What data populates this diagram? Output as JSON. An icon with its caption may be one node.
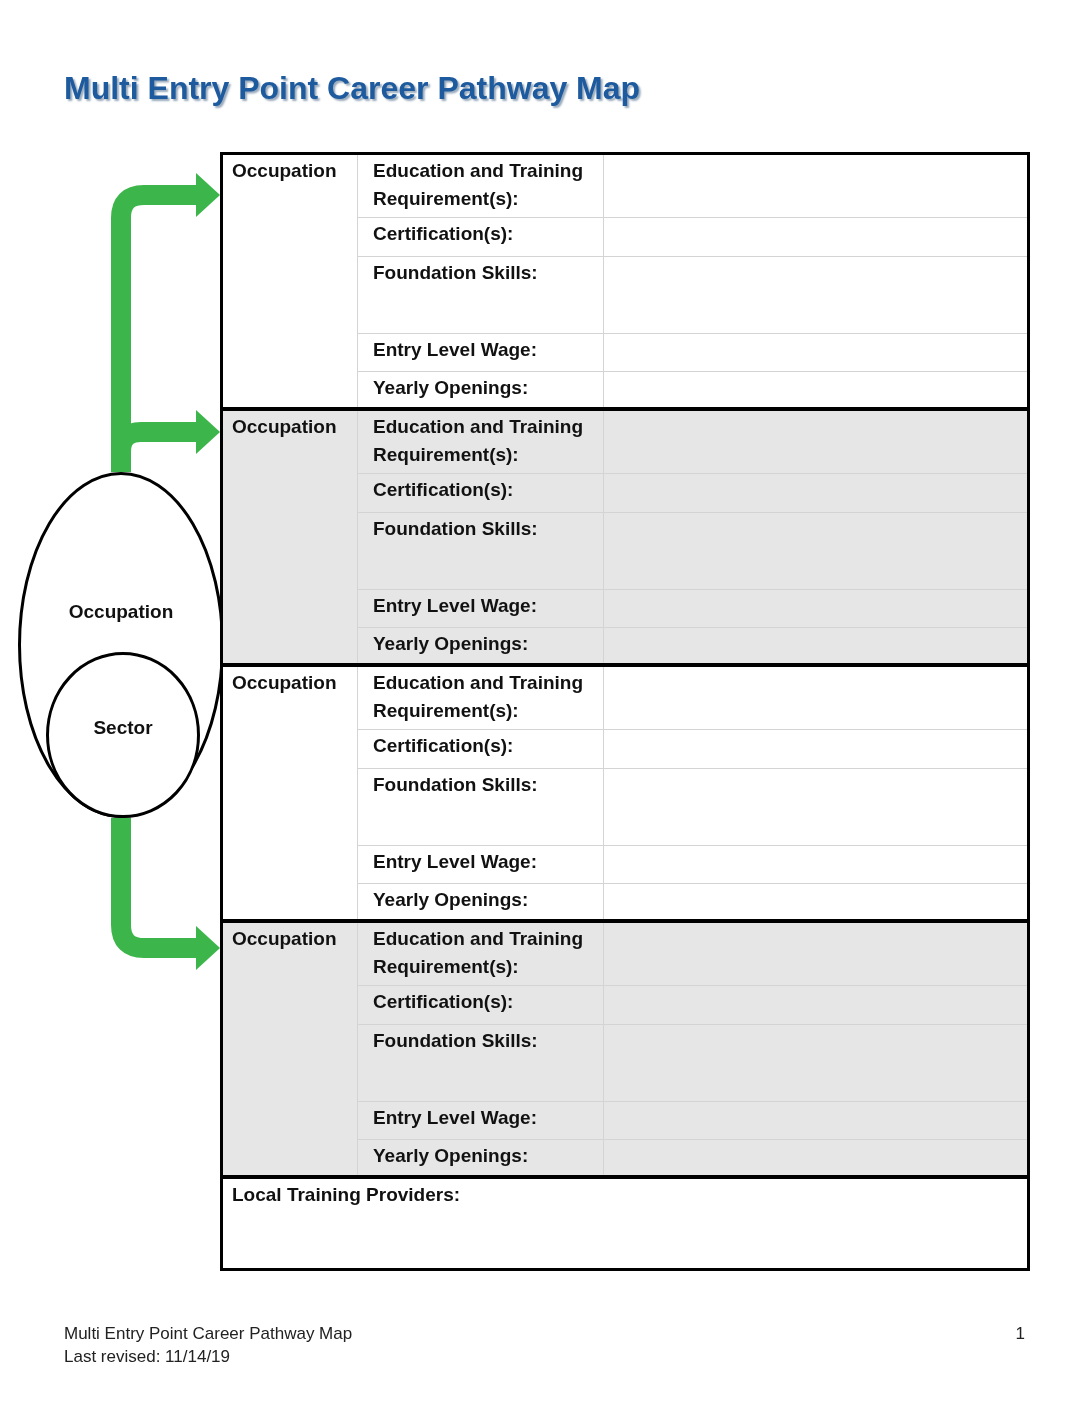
{
  "diagram": {
    "title": "Multi Entry Point Career Pathway Map",
    "nodes": [
      {
        "text": [
          "Occupation"
        ]
      },
      {
        "text": [
          "Sector"
        ],
        "in": 0
      },
      {
        "text": [
          "Occupation",
          "Education and Training Requirement(s):",
          "Certification(s):",
          "Foundation Skills:",
          "Entry Level Wage:",
          "Yearly Openings:"
        ]
      },
      {
        "text": [
          "Occupation",
          "Education and Training Requirement(s):",
          "Certification(s):",
          "Foundation Skills:",
          "Entry Level Wage:",
          "Yearly Openings:"
        ]
      },
      {
        "text": [
          "Occupation",
          "Education and Training Requirement(s):",
          "Certification(s):",
          "Foundation Skills:",
          "Entry Level Wage:",
          "Yearly Openings:"
        ]
      },
      {
        "text": [
          "Occupation",
          "Education and Training Requirement(s):",
          "Certification(s):",
          "Foundation Skills:",
          "Entry Level Wage:",
          "Yearly Openings:"
        ]
      },
      {
        "text": [
          "Local Training Providers:"
        ]
      }
    ],
    "edges": [
      {
        "from": 0,
        "to": 2,
        "arrow": "to",
        "color": "#3cb54a"
      },
      {
        "from": 0,
        "to": 3,
        "arrow": "to",
        "color": "#3cb54a"
      },
      {
        "from": 0,
        "to": 5,
        "arrow": "to",
        "color": "#3cb54a"
      }
    ],
    "labels": [
      "Multi Entry Point Career Pathway Map",
      "Last revised: 11/14/19",
      "1"
    ]
  }
}
